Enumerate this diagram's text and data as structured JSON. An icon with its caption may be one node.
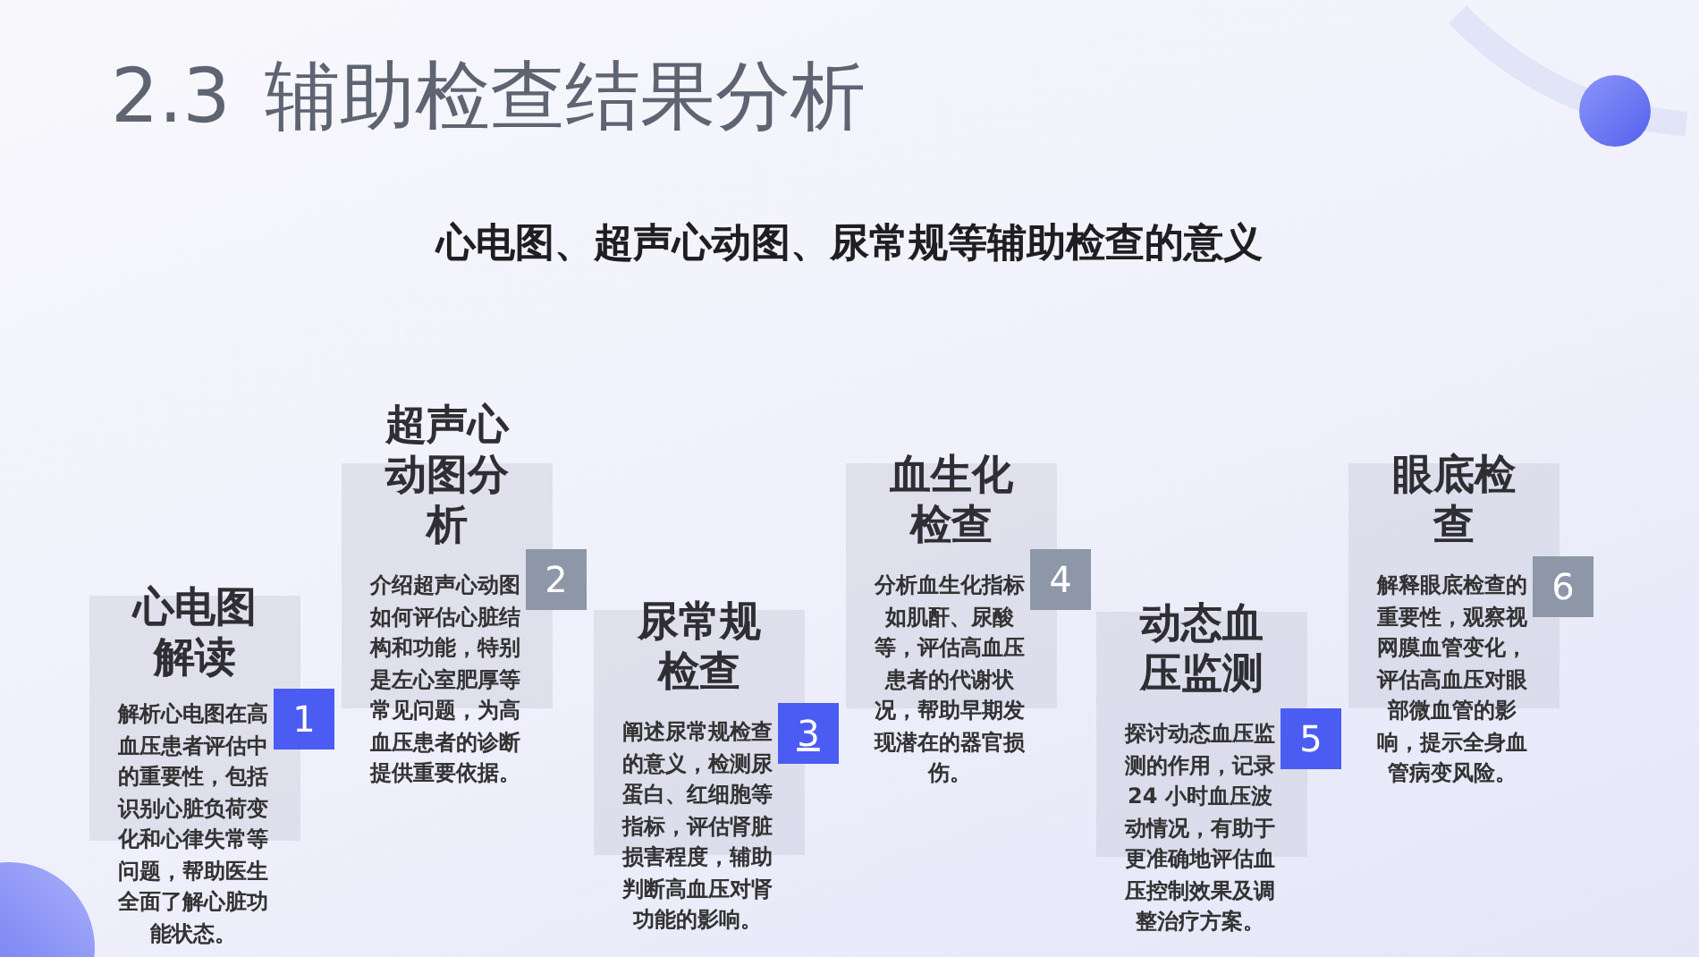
{
  "diagram": {
    "title": "2.3 辅助检查结果分析",
    "nodes": [
      {
        "text": [
          "心电图解读",
          "解析心电图在高血压患者评估中的重要性，包括识别心脏负荷变化和心律失常等问题，帮助医生全面了解心脏功能状态。"
        ]
      },
      {
        "text": [
          "1"
        ]
      },
      {
        "text": [
          "超声心动图分析",
          "介绍超声心动图如何评估心脏结构和功能，特别是左心室肥厚等常见问题，为高血压患者的诊断提供重要依据。"
        ]
      },
      {
        "text": [
          "2"
        ]
      },
      {
        "text": [
          "尿常规检查",
          "阐述尿常规检查的意义，检测尿蛋白、红细胞等指标，评估肾脏损害程度，辅助判断高血压对肾功能的影响。"
        ]
      },
      {
        "text": [
          "3"
        ]
      },
      {
        "text": [
          "血生化检查",
          "分析血生化指标如肌酐、尿酸等，评估高血压患者的代谢状况，帮助早期发现潜在的器官损伤。"
        ]
      },
      {
        "text": [
          "4"
        ]
      },
      {
        "text": [
          "动态血压监测",
          "探讨动态血压监测的作用，记录24 小时血压波动情况，有助于更准确地评估血压控制效果及调整治疗方案。"
        ]
      },
      {
        "text": [
          "5"
        ]
      },
      {
        "text": [
          "眼底检查",
          "解释眼底检查的重要性，观察视网膜血管变化，评估高血压对眼部微血管的影响，提示全身血管病变风险。"
        ]
      },
      {
        "text": [
          "6"
        ]
      }
    ],
    "labels": [
      "心电图、超声心动图、尿常规等辅助检查的意义"
    ]
  }
}
